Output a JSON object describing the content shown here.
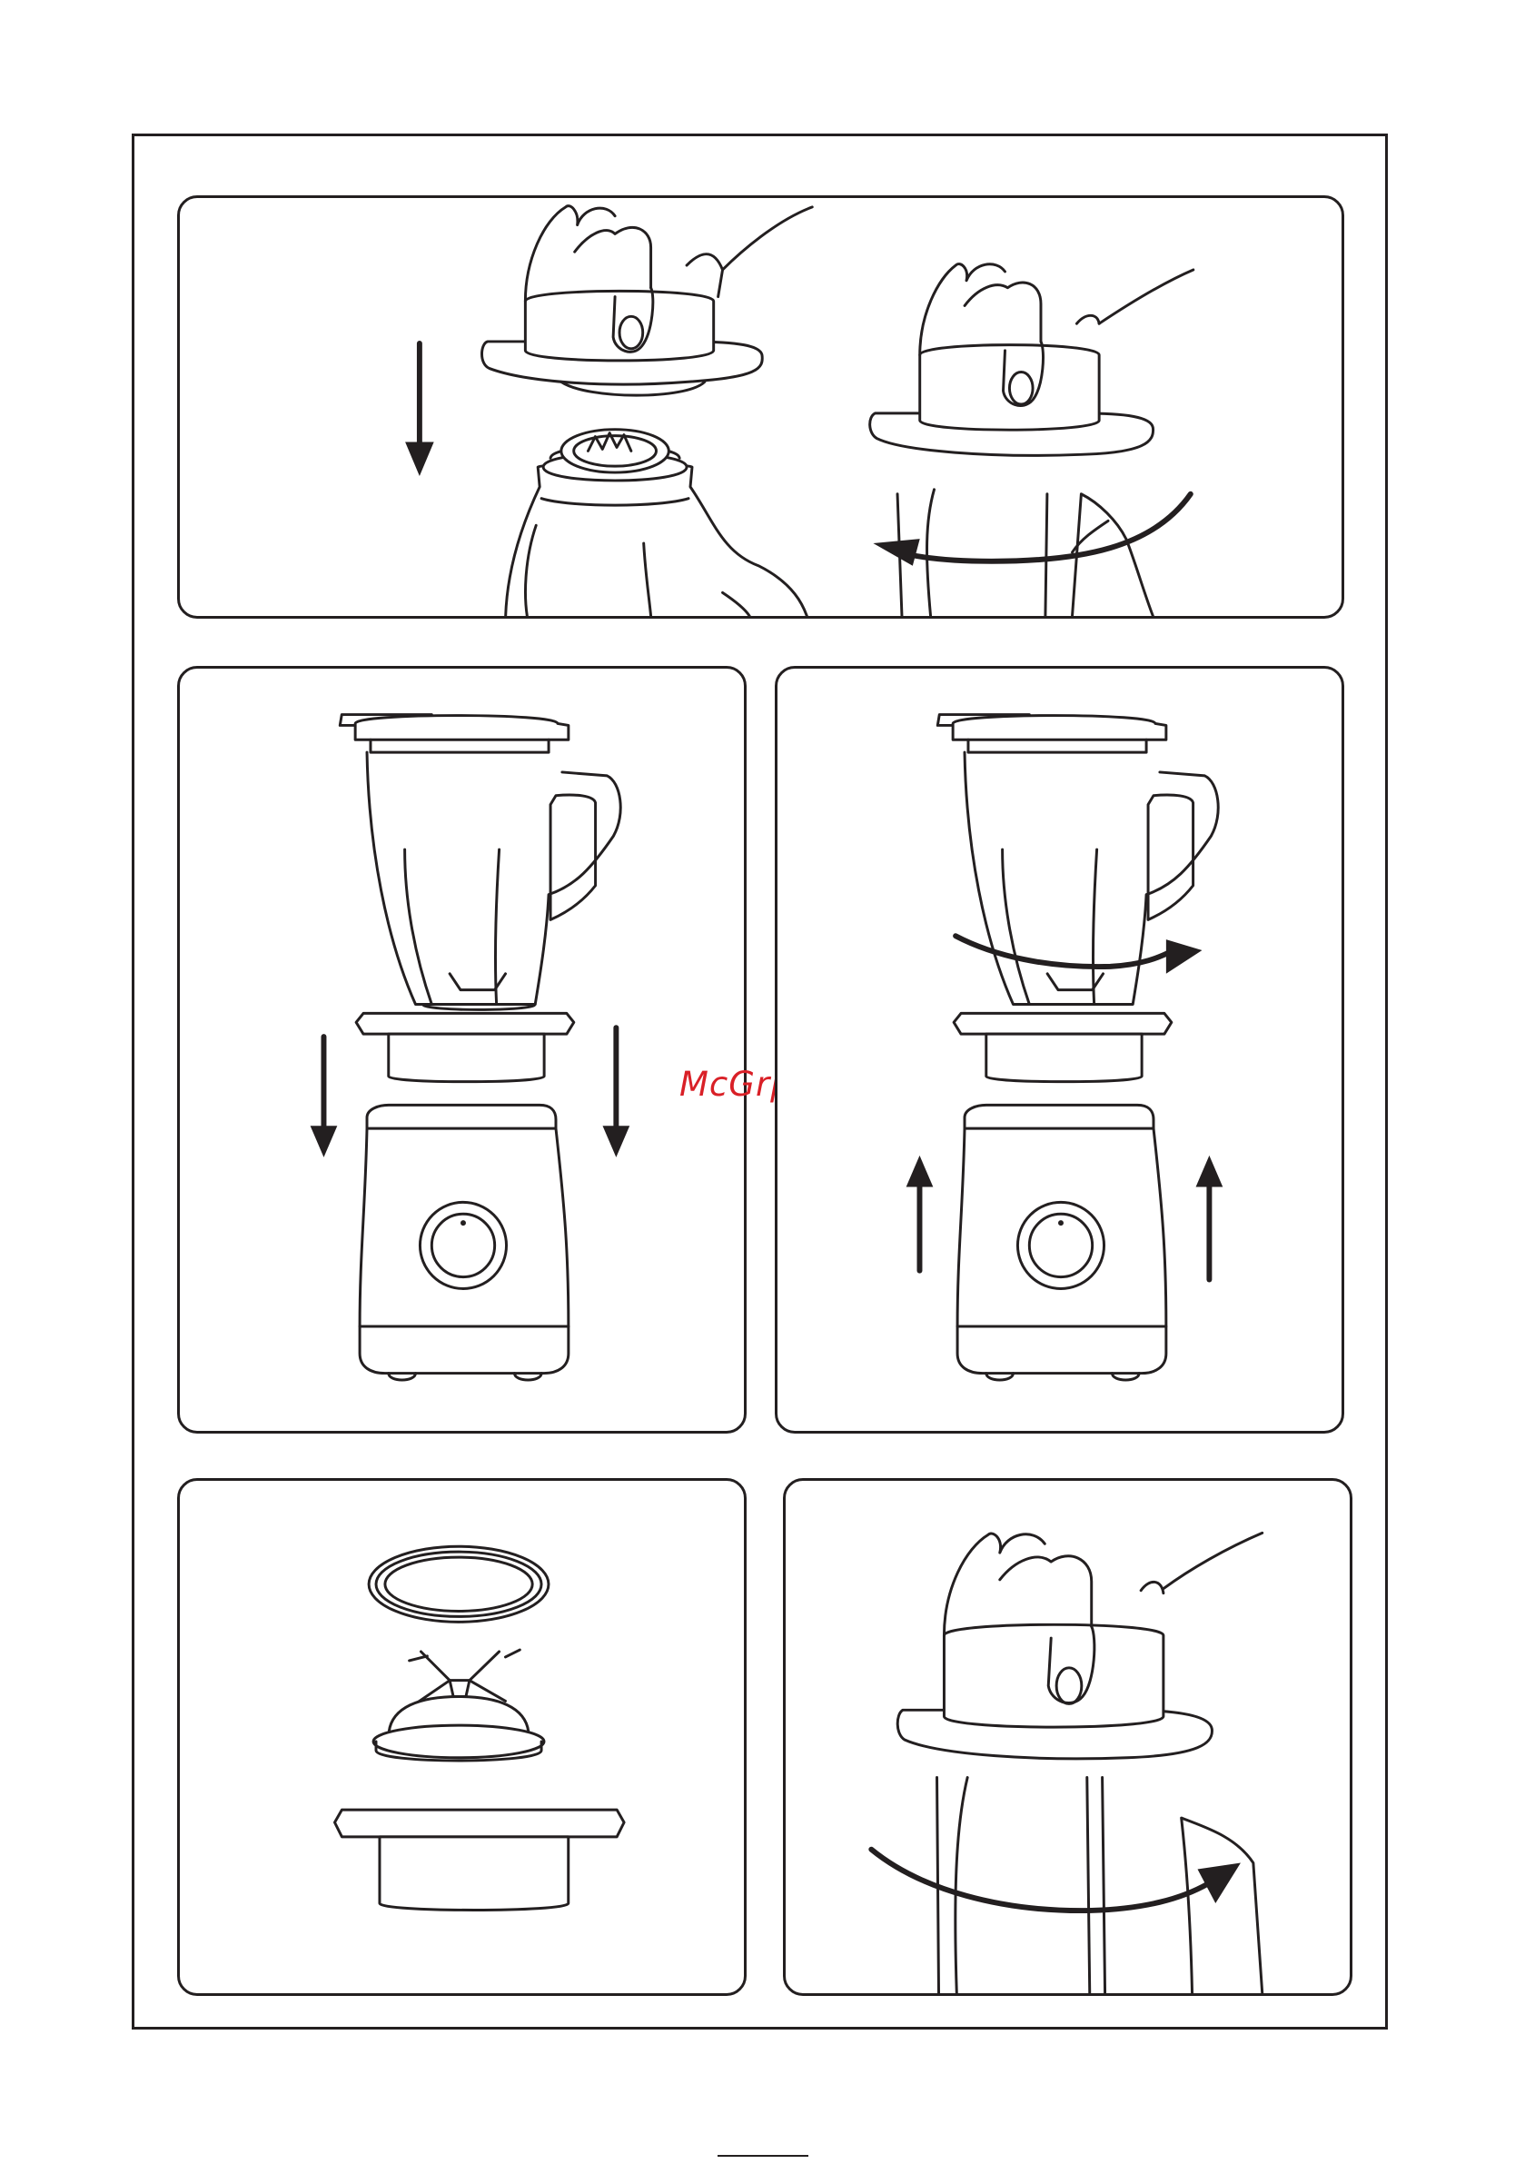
{
  "watermark": {
    "text": "McGrp.Ru",
    "color": "#d92027"
  },
  "colors": {
    "ink": "#231f20",
    "paper": "#ffffff"
  },
  "panels": [
    {
      "id": "step-1",
      "content": "hand-placing-blade-unit-on-jar",
      "arrows": [
        "down-arrow",
        "rotate-left-arrow"
      ]
    },
    {
      "id": "step-2",
      "content": "blender-jar-lowered-onto-base",
      "arrows": [
        "down-arrow",
        "down-arrow"
      ]
    },
    {
      "id": "step-3",
      "content": "blender-jar-lifted-and-rotated",
      "arrows": [
        "rotate-right-arrow",
        "up-arrow",
        "up-arrow"
      ]
    },
    {
      "id": "step-4",
      "content": "exploded-seal-blade-collar",
      "arrows": []
    },
    {
      "id": "step-5",
      "content": "hand-twisting-blade-unit",
      "arrows": [
        "rotate-right-arrow"
      ]
    }
  ]
}
